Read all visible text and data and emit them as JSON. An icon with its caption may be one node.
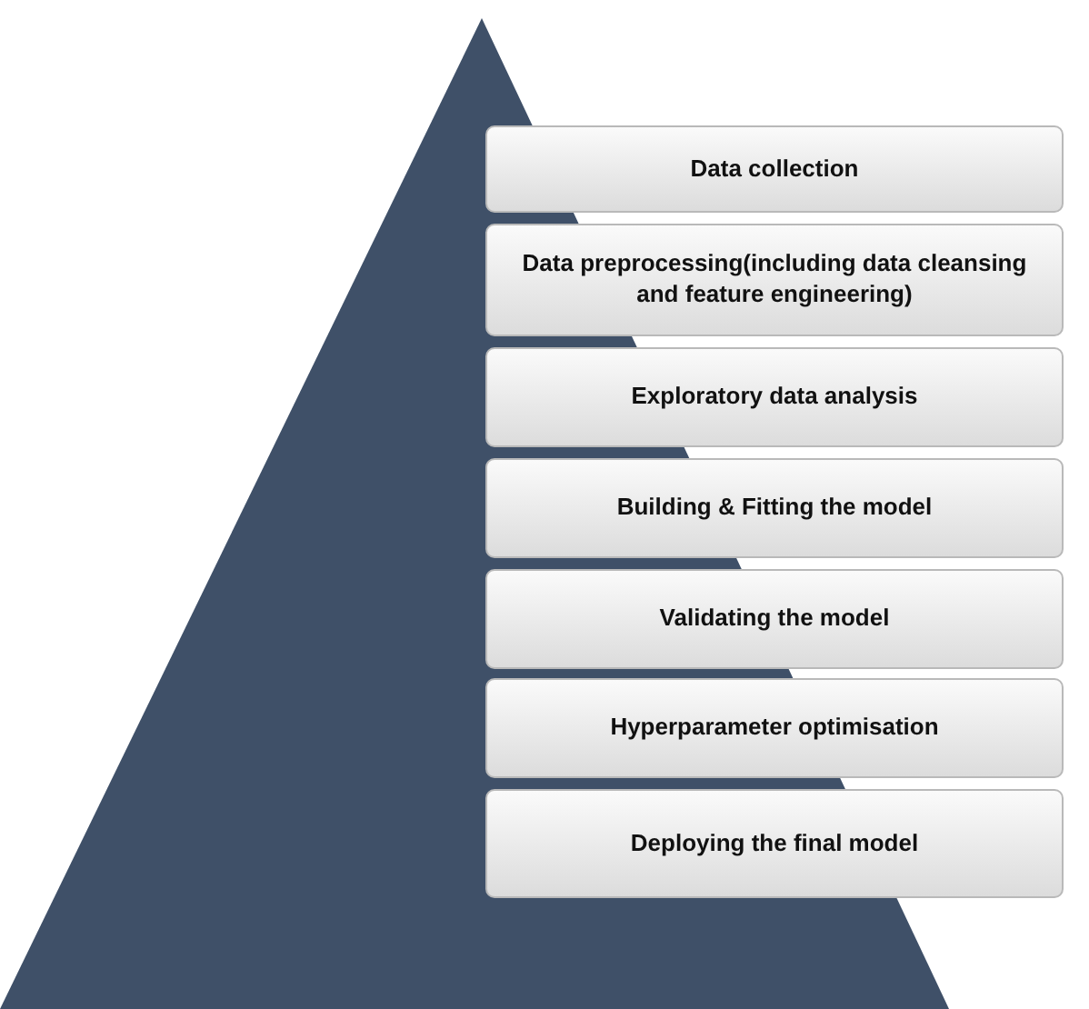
{
  "diagram": {
    "nodes": [
      {
        "text": [
          "Data collection"
        ]
      },
      {
        "text": [
          "Data preprocessing(including data cleansing and feature engineering)"
        ]
      },
      {
        "text": [
          "Exploratory data analysis"
        ]
      },
      {
        "text": [
          "Building & Fitting the model"
        ]
      },
      {
        "text": [
          "Validating the model"
        ]
      },
      {
        "text": [
          "Hyperparameter optimisation"
        ]
      },
      {
        "text": [
          "Deploying the final model"
        ]
      }
    ]
  }
}
